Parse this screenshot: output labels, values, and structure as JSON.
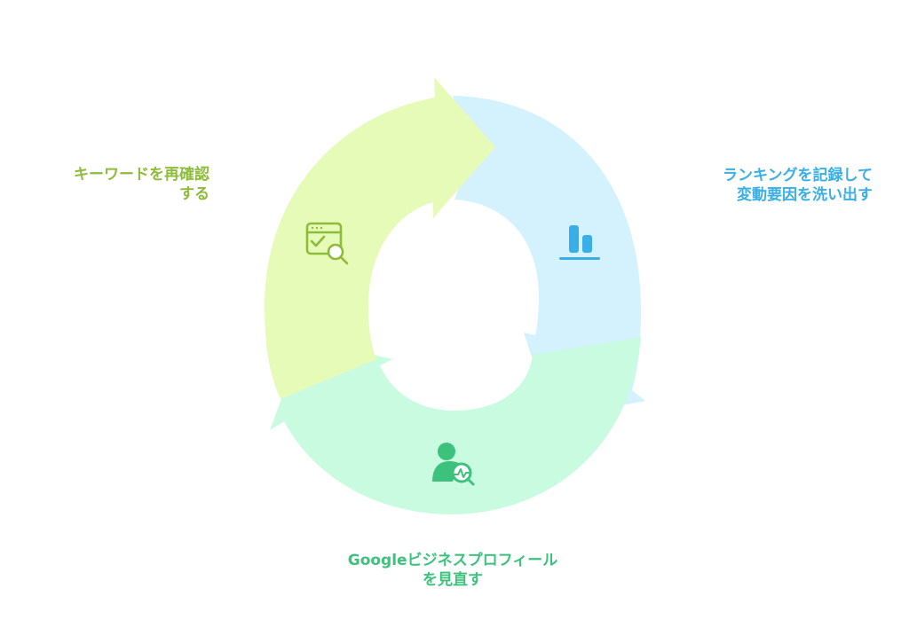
{
  "stages": [
    {
      "id": "keyword",
      "label_lines": [
        "キーワードを再確認",
        "する"
      ],
      "color": "#8dbb3a",
      "fill": "#e6fbb8",
      "icon": "checklist-search-icon"
    },
    {
      "id": "ranking",
      "label_lines": [
        "ランキングを記録して",
        "変動要因を洗い出す"
      ],
      "color": "#3aaee6",
      "fill": "#d3f2fd",
      "icon": "bar-chart-icon"
    },
    {
      "id": "gbp",
      "label_lines": [
        "Googleビジネスプロフィール",
        "を見直す"
      ],
      "color": "#3dc27e",
      "fill": "#c8fbdf",
      "icon": "user-analytics-icon"
    }
  ]
}
